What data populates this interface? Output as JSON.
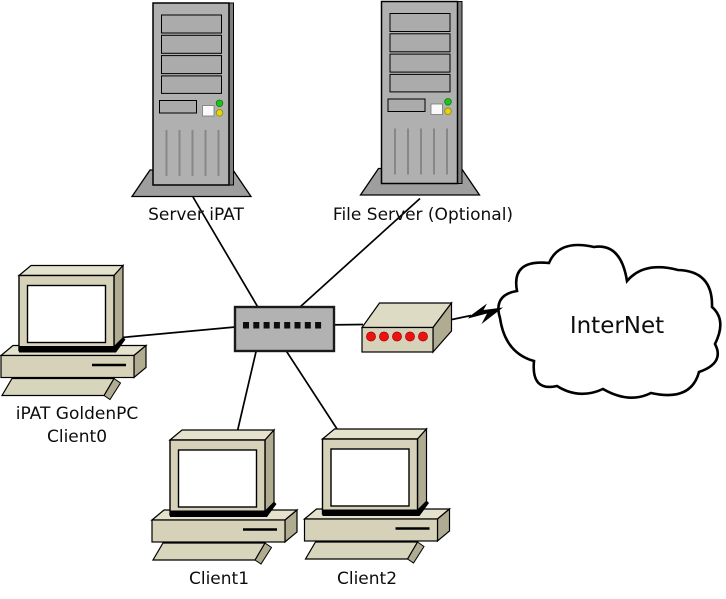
{
  "diagram": {
    "background": "#ffffff",
    "nodes": {
      "server_ipat": {
        "type": "server-tower",
        "label": "Server iPAT"
      },
      "file_server": {
        "type": "server-tower",
        "label": "File Server (Optional)"
      },
      "golden_pc": {
        "type": "desktop-pc",
        "label_lines": [
          "iPAT GoldenPC",
          "Client0"
        ]
      },
      "client1": {
        "type": "desktop-pc",
        "label": "Client1"
      },
      "client2": {
        "type": "desktop-pc",
        "label": "Client2"
      },
      "switch": {
        "type": "network-switch",
        "port_count": 8
      },
      "router": {
        "type": "router-modem",
        "led_count": 5
      },
      "internet": {
        "type": "cloud",
        "label": "InterNet"
      }
    },
    "edges": [
      {
        "from": "golden_pc",
        "to": "switch"
      },
      {
        "from": "server_ipat",
        "to": "switch"
      },
      {
        "from": "file_server",
        "to": "switch"
      },
      {
        "from": "switch",
        "to": "client1"
      },
      {
        "from": "switch",
        "to": "client2"
      },
      {
        "from": "switch",
        "to": "router"
      },
      {
        "from": "router",
        "to": "internet",
        "via": "lightning-bolt"
      }
    ],
    "colors": {
      "pc_front": "#d6d2b9",
      "pc_top": "#e4e1cd",
      "pc_side": "#b0ac92",
      "tower_body": "#b0b0b0",
      "tower_bay": "#ababab",
      "tower_base": "#9e9e9e",
      "switch_body": "#b2b2b2",
      "led_red": "#ee1111",
      "led_green": "#1ec41e",
      "led_yellow": "#e3d60b",
      "screen": "#ffffff",
      "line": "#000000"
    }
  }
}
